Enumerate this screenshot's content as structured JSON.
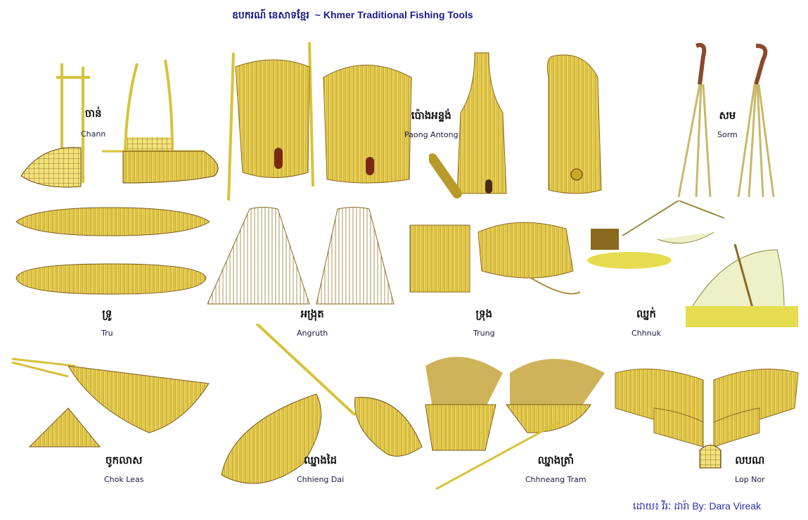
{
  "header": {
    "title_km": "ឧបករណ៍ នេសាទខ្មែរ",
    "separator": "~",
    "title_en": "Khmer Traditional Fishing Tools"
  },
  "credit": {
    "text_km": "ដោយ៖ វីរៈ ដារ៉ា",
    "text_en": "By: Dara Vireak"
  },
  "colors": {
    "title": "#1a1a8c",
    "credit": "#2a2ab0",
    "bamboo": "#e8d24a",
    "bamboo_dark": "#8a6a1e",
    "net": "#eef0c8"
  },
  "tools": [
    {
      "id": "chann",
      "km": "ចាន់",
      "en": "Chann"
    },
    {
      "id": "paong-antong",
      "km": "ប៉ោងអន្ទង់",
      "en": "Paong Antong"
    },
    {
      "id": "sorm",
      "km": "សម",
      "en": "Sorm"
    },
    {
      "id": "tru",
      "km": "ទ្រូ",
      "en": "Tru"
    },
    {
      "id": "angruth",
      "km": "អង្រុត",
      "en": "Angruth"
    },
    {
      "id": "trung",
      "km": "ទ្រុង",
      "en": "Trung"
    },
    {
      "id": "chhnuk",
      "km": "ឈ្នក់",
      "en": "Chhnuk"
    },
    {
      "id": "chok-leas",
      "km": "ចូកលាស",
      "en": "Chok Leas"
    },
    {
      "id": "chhieng-dai",
      "km": "ឈ្នាងដៃ",
      "en": "Chhieng Dai"
    },
    {
      "id": "chhneang-tram",
      "km": "ឈ្នាងត្រាំ",
      "en": "Chhneang Tram"
    },
    {
      "id": "lop-nor",
      "km": "លបណ",
      "en": "Lop Nor"
    }
  ]
}
